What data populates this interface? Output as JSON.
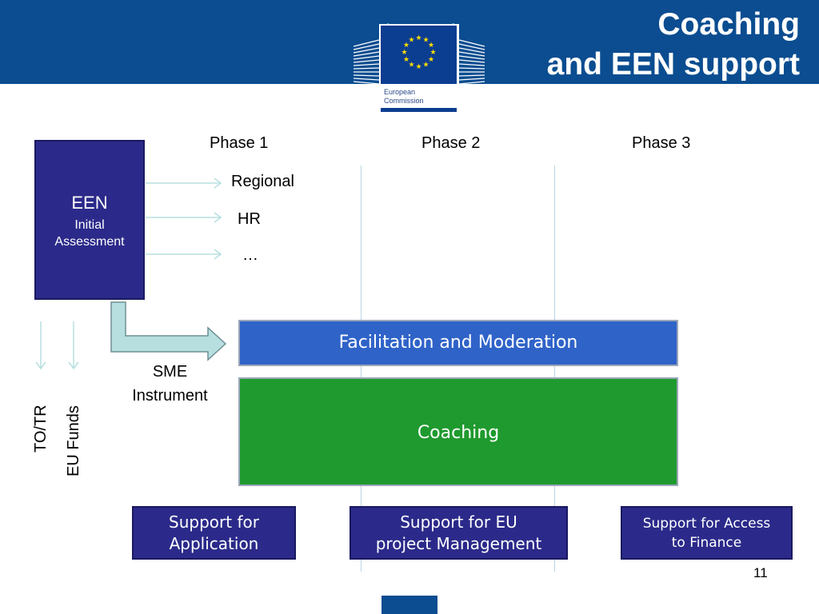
{
  "header": {
    "title_line1": "Coaching",
    "title_line2": "and EEN support"
  },
  "logo": {
    "line1": "European",
    "line2": "Commission"
  },
  "phases": [
    "Phase 1",
    "Phase 2",
    "Phase 3"
  ],
  "een_box": {
    "title": "EEN",
    "line2": "Initial",
    "line3": "Assessment"
  },
  "branches": [
    "Regional",
    "HR",
    "…"
  ],
  "sme_instrument": {
    "line1": "SME",
    "line2": "Instrument"
  },
  "vertical_labels": [
    "TO/TR",
    "EU Funds"
  ],
  "bars": {
    "facilitation": "Facilitation and Moderation",
    "coaching": "Coaching"
  },
  "support_boxes": [
    {
      "line1": "Support for",
      "line2": "Application"
    },
    {
      "line1": "Support for EU",
      "line2": "project Management"
    },
    {
      "line1": "Support for Access",
      "line2": "to Finance"
    }
  ],
  "page_number": "11",
  "colors": {
    "header": "#0b4d90",
    "een_box": "#2b2a8a",
    "facilitation": "#2f63c8",
    "coaching": "#1f9a2e",
    "arrow": "#b7dfe0"
  }
}
